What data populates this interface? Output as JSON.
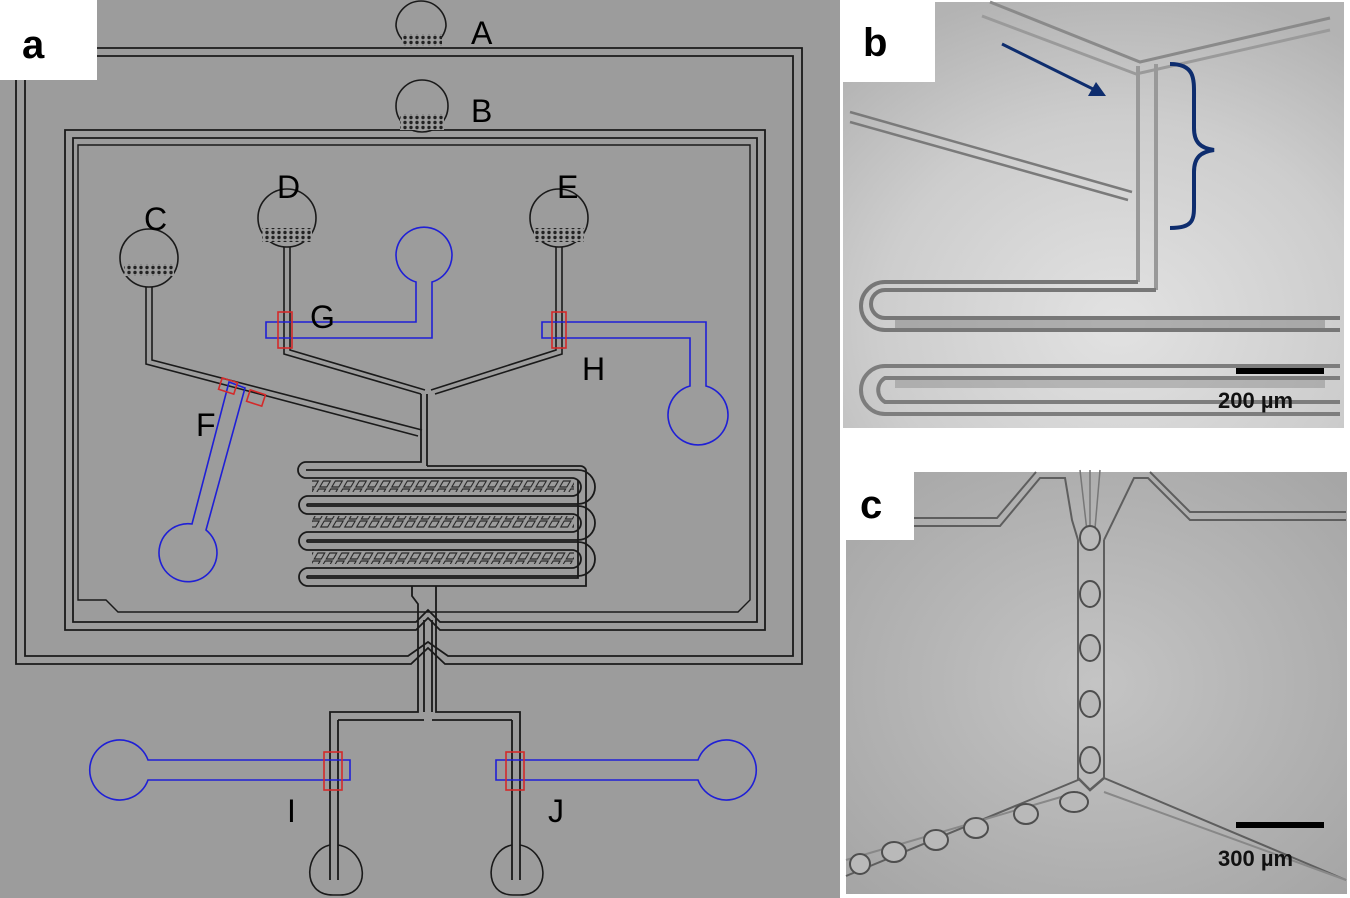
{
  "figure": {
    "panels": {
      "a": {
        "letter": "a"
      },
      "b": {
        "letter": "b",
        "scale_bar": "200 µm"
      },
      "c": {
        "letter": "c",
        "scale_bar": "300 µm"
      }
    },
    "labels": {
      "A": "A",
      "B": "B",
      "C": "C",
      "D": "D",
      "E": "E",
      "F": "F",
      "G": "G",
      "H": "H",
      "I": "I",
      "J": "J"
    }
  },
  "colors": {
    "chip_background": "#9c9c9c",
    "channel_outline": "#1a1a1a",
    "valve_channel": "#1f1fd6",
    "valve_seat": "#d42a2a",
    "arrow": "#0e2d6e",
    "micrograph_light": "#cfcfcf",
    "micrograph_dark": "#a9a9a9"
  }
}
